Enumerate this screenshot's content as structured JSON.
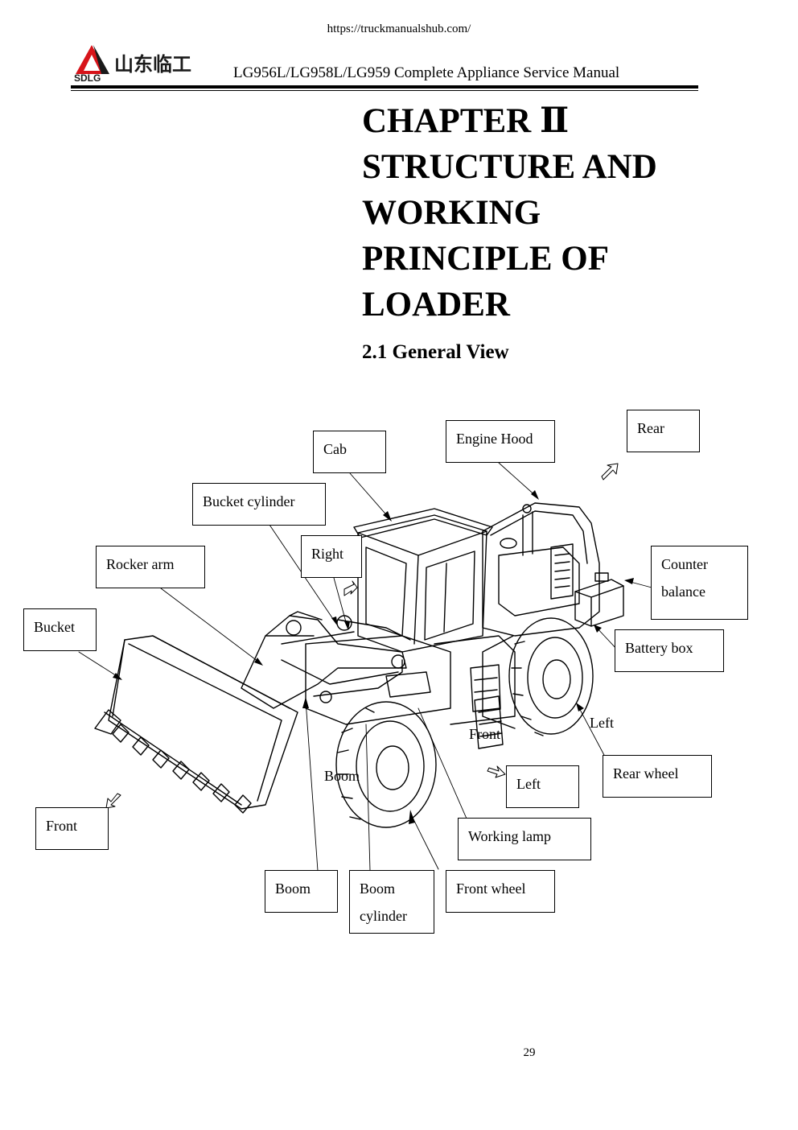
{
  "header": {
    "url": "https://truckmanualshub.com/",
    "logo_chinese": "山东临工",
    "logo_brand": "SDLG",
    "manual_title": "LG956L/LG958L/LG959 Complete Appliance Service Manual"
  },
  "chapter": {
    "lines": [
      "CHAPTER Ⅱ",
      "STRUCTURE AND",
      "WORKING",
      "PRINCIPLE OF",
      "LOADER"
    ]
  },
  "section": {
    "title": "2.1 General View"
  },
  "diagram": {
    "labels": {
      "cab": "Cab",
      "engine_hood": "Engine Hood",
      "rear": "Rear",
      "bucket_cylinder": "Bucket cylinder",
      "right": "Right",
      "rocker_arm": "Rocker arm",
      "counter_balance_1": "Counter",
      "counter_balance_2": "balance",
      "bucket": "Bucket",
      "battery_box": "Battery box",
      "left_ground": "Left",
      "front_ground": "Front",
      "rear_wheel": "Rear wheel",
      "left_box": "Left",
      "boom_ground": "Boom",
      "front_box": "Front",
      "working_lamp": "Working lamp",
      "boom_box": "Boom",
      "boom_cylinder_1": "Boom",
      "boom_cylinder_2": "cylinder",
      "front_wheel": "Front wheel"
    }
  },
  "footer": {
    "page_number": "29"
  },
  "colors": {
    "brand_red": "#d7141a",
    "brand_dark": "#1a1a1a",
    "ink": "#000000"
  }
}
